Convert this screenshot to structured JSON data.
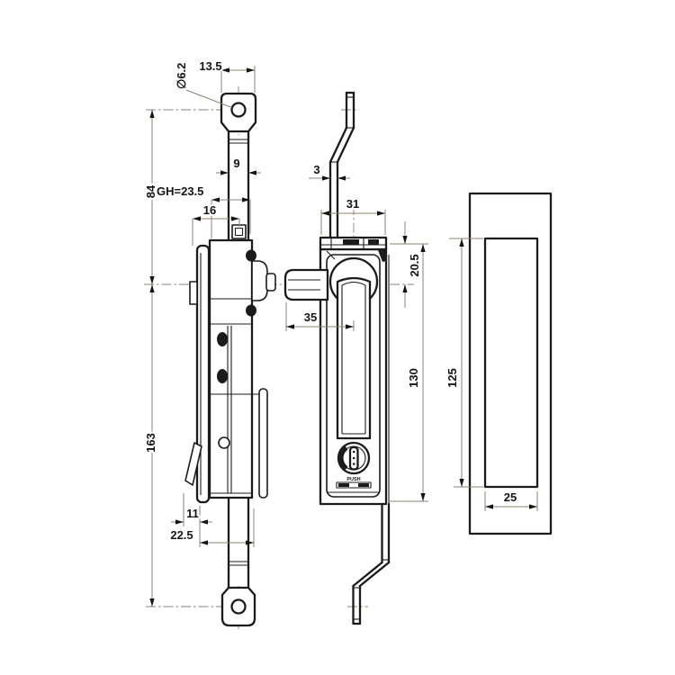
{
  "drawing": {
    "type": "technical-drawing",
    "colors": {
      "background": "#ffffff",
      "outline": "#1b1b1b",
      "dimension": "#8d8172",
      "textc": "#141414"
    },
    "dimensions": {
      "hole_diameter": "∅6.2",
      "clevis_width": "13.5",
      "rod_width": "9",
      "grip_height": "GH=23.5",
      "rod_offset": "16",
      "upper_rod_length": "84",
      "lower_rod_length": "163",
      "lever_offset": "11",
      "body_depth": "22.5",
      "rod_thickness": "3",
      "body_width": "31",
      "head_height": "20.5",
      "latch_reach": "35",
      "body_height": "130",
      "cutout_height": "125",
      "cutout_width": "25",
      "push_label": "PUSH"
    }
  }
}
